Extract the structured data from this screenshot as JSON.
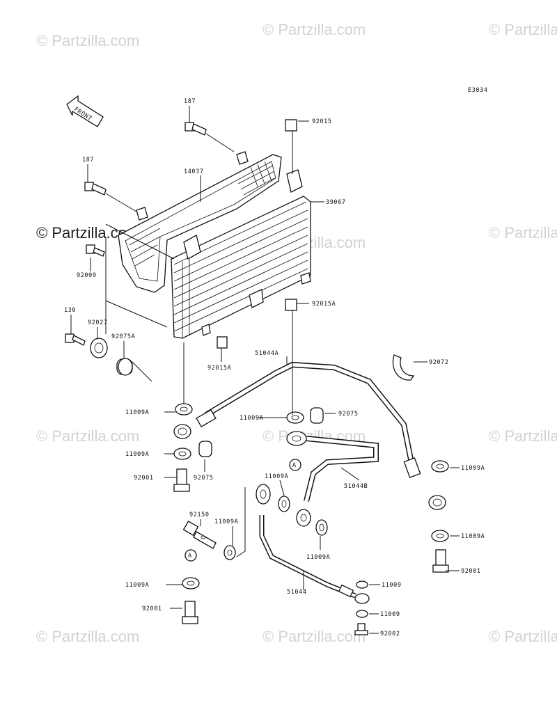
{
  "diagram_code": "E3034",
  "front_label": "FRONT",
  "watermark": "© Partzilla.com",
  "callouts": {
    "c187a": "187",
    "c187b": "187",
    "c92015": "92015",
    "c14037": "14037",
    "c39067": "39067",
    "c92009": "92009",
    "c92015A_r": "92015A",
    "c130": "130",
    "c92027": "92027",
    "c92075A": "92075A",
    "c92015A_b": "92015A",
    "c51044A": "51044A",
    "c92072": "92072",
    "c11009A_1": "11009A",
    "c11009A_2": "11009A",
    "c92075_r": "92075",
    "c11009A_3": "11009A",
    "c92001_1": "92001",
    "c92075_l": "92075",
    "c11009A_4": "11009A",
    "c51044B": "51044B",
    "c11009A_5": "11009A",
    "c92150": "92150",
    "c11009A_6": "11009A",
    "c11009A_7": "11009A",
    "c11009A_8": "11009A",
    "c92001_2": "92001",
    "c11009A_9": "11009A",
    "c51044": "51044",
    "c11009_1": "11009",
    "c92001_3": "92001",
    "c11009_2": "11009",
    "c92002": "92002",
    "refA_1": "A",
    "refA_2": "A"
  },
  "colors": {
    "line": "#111111",
    "watermark": "#d2d2d2"
  }
}
